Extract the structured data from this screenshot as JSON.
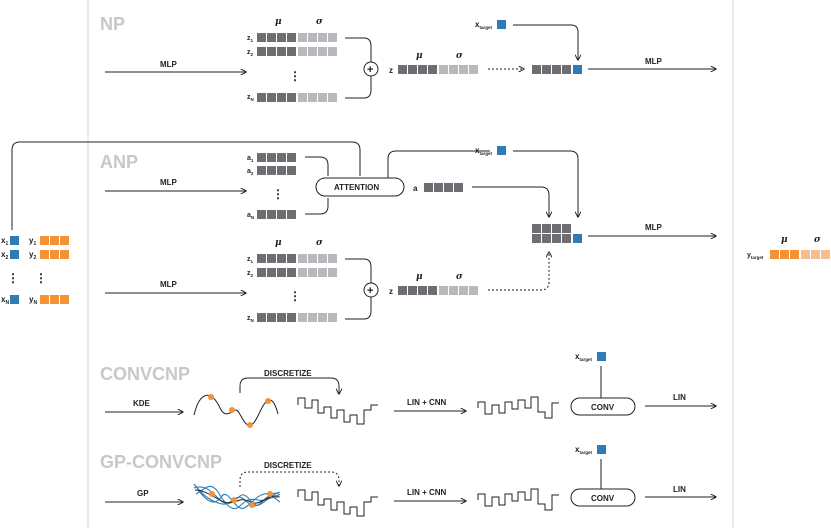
{
  "colors": {
    "dark": "#6d6d72",
    "light": "#b9b9bd",
    "blue": "#2d7cb5",
    "orange": "#f39237",
    "orange_light": "#f7bd8a",
    "title_gray": "#c8c8c8"
  },
  "sections": {
    "np": "NP",
    "anp": "ANP",
    "convcnp": "CONVCNP",
    "gp_convcnp": "GP-CONVCNP"
  },
  "context": {
    "x1": "x",
    "x1_sub": "1",
    "x2": "x",
    "x2_sub": "2",
    "xn": "x",
    "xn_sub": "N",
    "y1": "y",
    "y1_sub": "1",
    "y2": "y",
    "y2_sub": "2",
    "yn": "y",
    "yn_sub": "N",
    "dots": "⋮"
  },
  "np": {
    "mlp": "MLP",
    "mu": "μ",
    "sigma": "σ",
    "z1": "z",
    "z1_sub": "1",
    "z2": "z",
    "z2_sub": "2",
    "zn": "z",
    "zn_sub": "N",
    "dots": "⋮",
    "plus": "+",
    "z": "z",
    "mu2": "μ",
    "sigma2": "σ",
    "xt": "x",
    "xt_sub": "target",
    "mlp_out": "MLP"
  },
  "anp": {
    "mlp_a": "MLP",
    "a1": "a",
    "a1_sub": "1",
    "a2": "a",
    "a2_sub": "2",
    "an": "a",
    "an_sub": "N",
    "dots": "⋮",
    "attention": "ATTENTION",
    "a": "a",
    "xt": "x",
    "xt_sub": "target",
    "mlp_z": "MLP",
    "mu": "μ",
    "sigma": "σ",
    "z1": "z",
    "z1_sub": "1",
    "z2": "z",
    "z2_sub": "2",
    "zn": "z",
    "zn_sub": "N",
    "dots2": "⋮",
    "plus": "+",
    "z": "z",
    "mu2": "μ",
    "sigma2": "σ",
    "mlp_out": "MLP"
  },
  "output": {
    "y": "y",
    "y_sub": "target",
    "mu": "μ",
    "sigma": "σ"
  },
  "convcnp": {
    "kde": "KDE",
    "discretize": "DISCRETIZE",
    "lin_cnn": "LIN + CNN",
    "xt": "x",
    "xt_sub": "target",
    "conv": "CONV",
    "lin": "LIN"
  },
  "gpconv": {
    "gp": "GP",
    "discretize": "DISCRETIZE",
    "lin_cnn": "LIN + CNN",
    "xt": "x",
    "xt_sub": "target",
    "conv": "CONV",
    "lin": "LIN"
  }
}
